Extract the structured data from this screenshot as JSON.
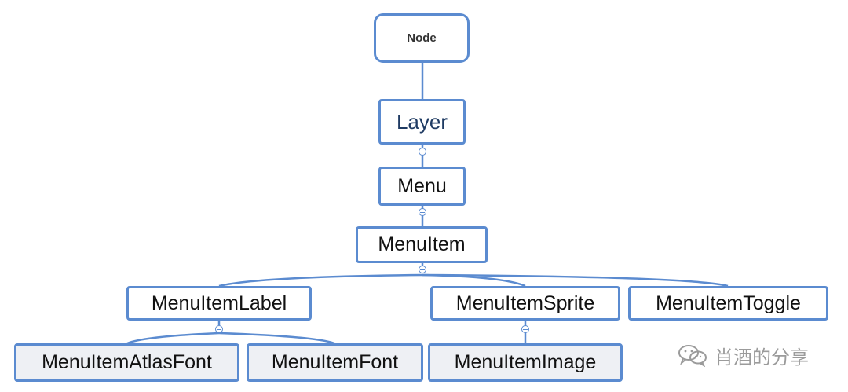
{
  "diagram": {
    "type": "class-hierarchy",
    "nodes": {
      "node": "Node",
      "layer": "Layer",
      "menu": "Menu",
      "menuitem": "MenuItem",
      "menuitem_label": "MenuItemLabel",
      "menuitem_sprite": "MenuItemSprite",
      "menuitem_toggle": "MenuItemToggle",
      "menuitem_atlasfont": "MenuItemAtlasFont",
      "menuitem_font": "MenuItemFont",
      "menuitem_image": "MenuItemImage"
    },
    "edges": [
      [
        "Node",
        "Layer"
      ],
      [
        "Layer",
        "Menu"
      ],
      [
        "Menu",
        "MenuItem"
      ],
      [
        "MenuItem",
        "MenuItemLabel"
      ],
      [
        "MenuItem",
        "MenuItemSprite"
      ],
      [
        "MenuItem",
        "MenuItemToggle"
      ],
      [
        "MenuItemLabel",
        "MenuItemAtlasFont"
      ],
      [
        "MenuItemLabel",
        "MenuItemFont"
      ],
      [
        "MenuItemSprite",
        "MenuItemImage"
      ]
    ],
    "colors": {
      "border": "#5b8bd0",
      "connector": "#5b8bd0",
      "leaf_fill": "#eef0f4"
    }
  },
  "watermark": {
    "text": "肖酒的分享",
    "icon": "wechat-icon"
  }
}
